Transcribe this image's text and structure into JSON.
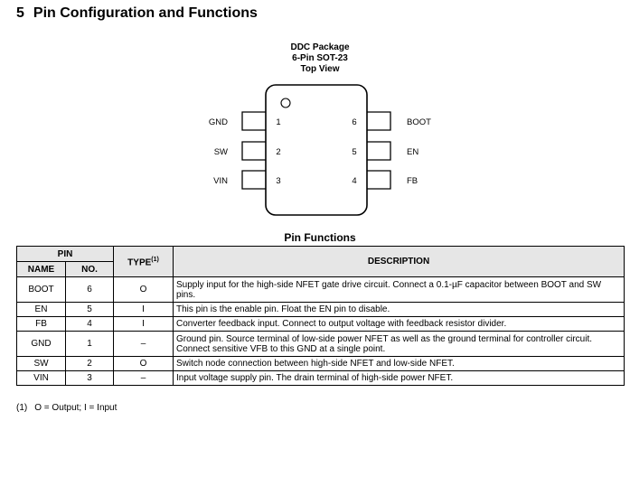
{
  "section": {
    "number": "5",
    "title": "Pin Configuration and Functions"
  },
  "package": {
    "caption": [
      "DDC Package",
      "6-Pin SOT-23",
      "Top View"
    ],
    "left_pins": [
      {
        "name": "GND",
        "number": "1"
      },
      {
        "name": "SW",
        "number": "2"
      },
      {
        "name": "VIN",
        "number": "3"
      }
    ],
    "right_pins": [
      {
        "name": "BOOT",
        "number": "6"
      },
      {
        "name": "EN",
        "number": "5"
      },
      {
        "name": "FB",
        "number": "4"
      }
    ]
  },
  "table": {
    "title": "Pin Functions",
    "headers": {
      "pin": "PIN",
      "name": "NAME",
      "no": "NO.",
      "type": "TYPE",
      "type_note": "(1)",
      "description": "DESCRIPTION"
    },
    "rows": [
      {
        "name": "BOOT",
        "no": "6",
        "type": "O",
        "description": "Supply input for the high-side NFET gate drive circuit. Connect a 0.1-µF capacitor between BOOT and SW pins."
      },
      {
        "name": "EN",
        "no": "5",
        "type": "I",
        "description": "This pin is the enable pin. Float the EN pin to disable."
      },
      {
        "name": "FB",
        "no": "4",
        "type": "I",
        "description": "Converter feedback input. Connect to output voltage with feedback resistor divider."
      },
      {
        "name": "GND",
        "no": "1",
        "type": "–",
        "description": "Ground pin. Source terminal of low-side power NFET as well as the ground terminal for controller circuit. Connect sensitive VFB to this GND at a single point."
      },
      {
        "name": "SW",
        "no": "2",
        "type": "O",
        "description": "Switch node connection between high-side NFET and low-side NFET."
      },
      {
        "name": "VIN",
        "no": "3",
        "type": "–",
        "description": "Input voltage supply pin. The drain terminal of high-side power NFET."
      }
    ]
  },
  "footnote": {
    "ref": "(1)",
    "text": "O = Output; I = Input"
  }
}
